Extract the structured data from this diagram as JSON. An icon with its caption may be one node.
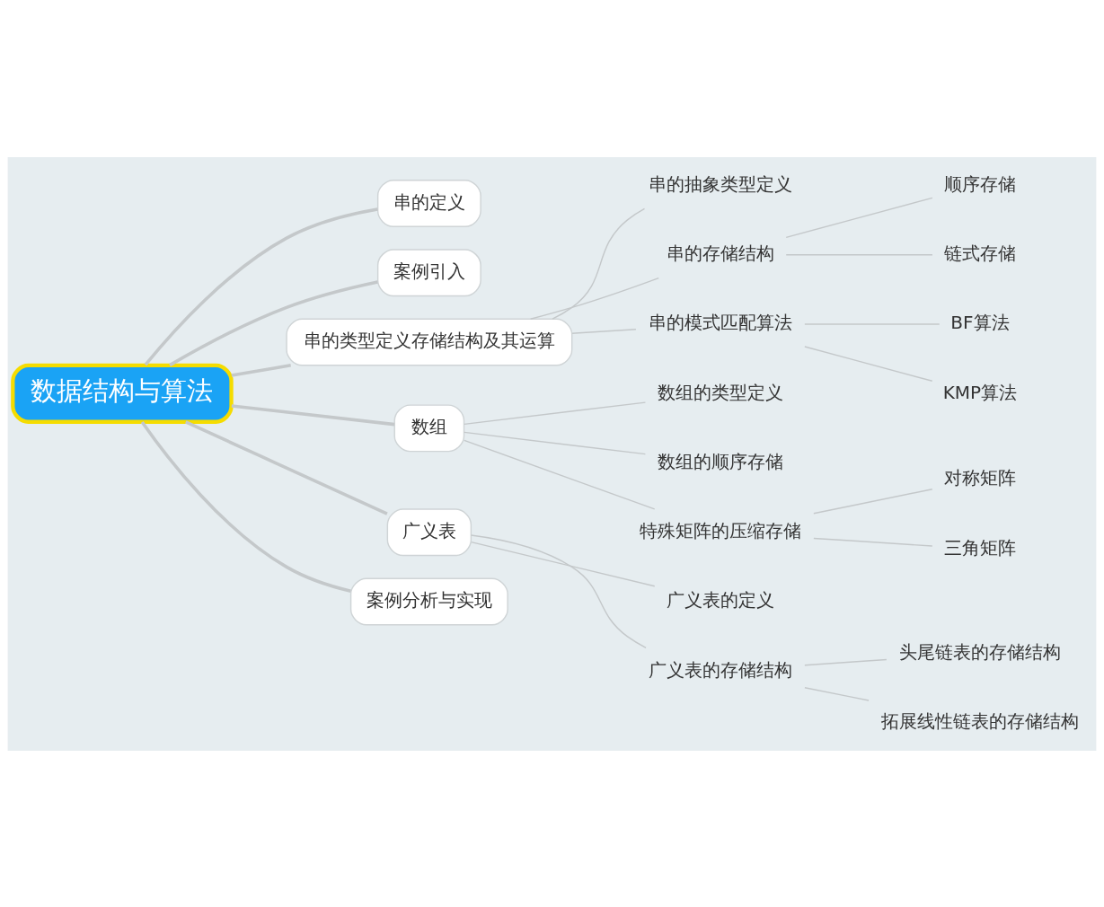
{
  "diagram": {
    "nodes": [
      {
        "text": [
          "数据结构与算法"
        ]
      },
      {
        "text": [
          "串的定义"
        ]
      },
      {
        "text": [
          "案例引入"
        ]
      },
      {
        "text": [
          "串的类型定义存储结构及其运算"
        ]
      },
      {
        "text": [
          "串的抽象类型定义"
        ]
      },
      {
        "text": [
          "串的存储结构"
        ]
      },
      {
        "text": [
          "顺序存储"
        ]
      },
      {
        "text": [
          "链式存储"
        ]
      },
      {
        "text": [
          "串的模式匹配算法"
        ]
      },
      {
        "text": [
          "BF算法"
        ]
      },
      {
        "text": [
          "KMP算法"
        ]
      },
      {
        "text": [
          "数组"
        ]
      },
      {
        "text": [
          "数组的类型定义"
        ]
      },
      {
        "text": [
          "数组的顺序存储"
        ]
      },
      {
        "text": [
          "特殊矩阵的压缩存储"
        ]
      },
      {
        "text": [
          "对称矩阵"
        ]
      },
      {
        "text": [
          "三角矩阵"
        ]
      },
      {
        "text": [
          "广义表"
        ]
      },
      {
        "text": [
          "广义表的定义"
        ]
      },
      {
        "text": [
          "广义表的存储结构"
        ]
      },
      {
        "text": [
          "头尾链表的存储结构"
        ]
      },
      {
        "text": [
          "拓展线性链表的存储结构"
        ]
      },
      {
        "text": [
          "案例分析与实现"
        ]
      }
    ],
    "edges": [
      {
        "from": 0,
        "to": 1,
        "arrow": "none",
        "style": "thick"
      },
      {
        "from": 0,
        "to": 2,
        "arrow": "none",
        "style": "thick"
      },
      {
        "from": 0,
        "to": 3,
        "arrow": "none",
        "style": "thick"
      },
      {
        "from": 3,
        "to": 4,
        "arrow": "none"
      },
      {
        "from": 3,
        "to": 5,
        "arrow": "none"
      },
      {
        "from": 5,
        "to": 6,
        "arrow": "none"
      },
      {
        "from": 5,
        "to": 7,
        "arrow": "none"
      },
      {
        "from": 3,
        "to": 8,
        "arrow": "none"
      },
      {
        "from": 8,
        "to": 9,
        "arrow": "none"
      },
      {
        "from": 8,
        "to": 10,
        "arrow": "none"
      },
      {
        "from": 0,
        "to": 11,
        "arrow": "none",
        "style": "thick"
      },
      {
        "from": 11,
        "to": 12,
        "arrow": "none"
      },
      {
        "from": 11,
        "to": 13,
        "arrow": "none"
      },
      {
        "from": 11,
        "to": 14,
        "arrow": "none"
      },
      {
        "from": 14,
        "to": 15,
        "arrow": "none"
      },
      {
        "from": 14,
        "to": 16,
        "arrow": "none"
      },
      {
        "from": 0,
        "to": 17,
        "arrow": "none",
        "style": "thick"
      },
      {
        "from": 17,
        "to": 18,
        "arrow": "none"
      },
      {
        "from": 17,
        "to": 19,
        "arrow": "none"
      },
      {
        "from": 19,
        "to": 20,
        "arrow": "none"
      },
      {
        "from": 19,
        "to": 21,
        "arrow": "none"
      },
      {
        "from": 0,
        "to": 22,
        "arrow": "none",
        "style": "thick"
      }
    ]
  }
}
